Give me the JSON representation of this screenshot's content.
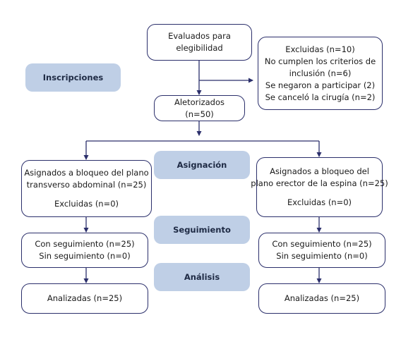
{
  "colors": {
    "box_border": "#2b2f6b",
    "arrow": "#2b2f6b",
    "label_fill": "#bfcfe6",
    "label_text": "#1e2a44"
  },
  "stage_labels": {
    "inscripciones": "Inscripciones",
    "asignacion": "Asignación",
    "seguimiento": "Seguimiento",
    "analisis": "Análisis"
  },
  "boxes": {
    "evaluados": {
      "line1": "Evaluados para",
      "line2": "elegibilidad"
    },
    "excluidas_inicio": {
      "line1": "Excluidas (n=10)",
      "line2": "No cumplen los criterios de",
      "line3": "inclusión (n=6)",
      "line4": "Se negaron a participar (2)",
      "line5": "Se canceló la cirugía (n=2)"
    },
    "aletorizados": {
      "line1": "Aletorizados",
      "line2": "(n=50)"
    },
    "asignados_izq": {
      "line1": "Asignados a bloqueo del  plano",
      "line2": "transverso abdominal (n=25)",
      "line3": "Excluidas (n=0)"
    },
    "asignados_der": {
      "line1": "Asignados a bloqueo del",
      "line2": "plano erector de la espina (n=25)",
      "line3": "Excluidas (n=0)"
    },
    "seguimiento_izq": {
      "line1": "Con seguimiento (n=25)",
      "line2": "Sin seguimiento (n=0)"
    },
    "seguimiento_der": {
      "line1": "Con seguimiento (n=25)",
      "line2": "Sin seguimiento (n=0)"
    },
    "analizadas_izq": {
      "line1": "Analizadas  (n=25)"
    },
    "analizadas_der": {
      "line1": "Analizadas  (n=25)"
    }
  }
}
